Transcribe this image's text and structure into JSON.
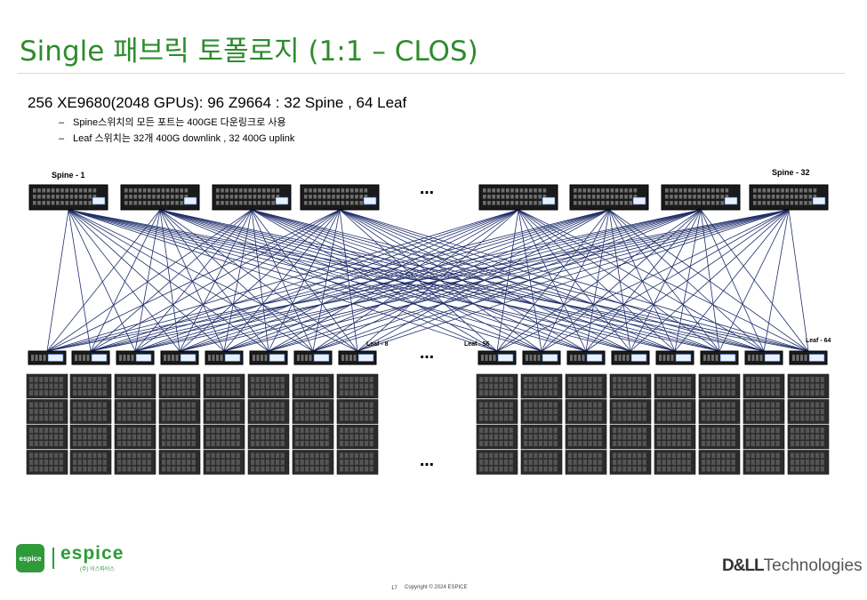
{
  "slide": {
    "title": "Single 패브릭 토폴로지 (1:1 – CLOS)",
    "heading": "256 XE9680(2048 GPUs): 96  Z9664 : 32 Spine , 64 Leaf",
    "bullets": [
      {
        "dash": "–",
        "text": "Spine스위치의 모든 포트는 400GE 다운링크로 사용"
      },
      {
        "dash": "–",
        "text": "Leaf 스위치는 32개 400G downlink , 32 400G uplink"
      }
    ]
  },
  "diagram": {
    "spine_first_label": "Spine - 1",
    "spine_last_label": "Spine - 32",
    "leaf_8_label": "Leaf - 8",
    "leaf_56_label": "Leaf - 56",
    "leaf_64_label": "Leaf - 64",
    "ellipsis_spine": "…",
    "ellipsis_leaf": "…",
    "ellipsis_server": "…",
    "switch_badge": "DELL",
    "link_color": "#1f2f6b"
  },
  "footer": {
    "logo_text": "espice",
    "brand": "espice",
    "brand_sub": "(주) 이스파이스",
    "dell_bold": "D&LL",
    "dell_rest": "Technologies",
    "page_number": "17",
    "copyright": "Copyright © 2024 ESPICE"
  }
}
